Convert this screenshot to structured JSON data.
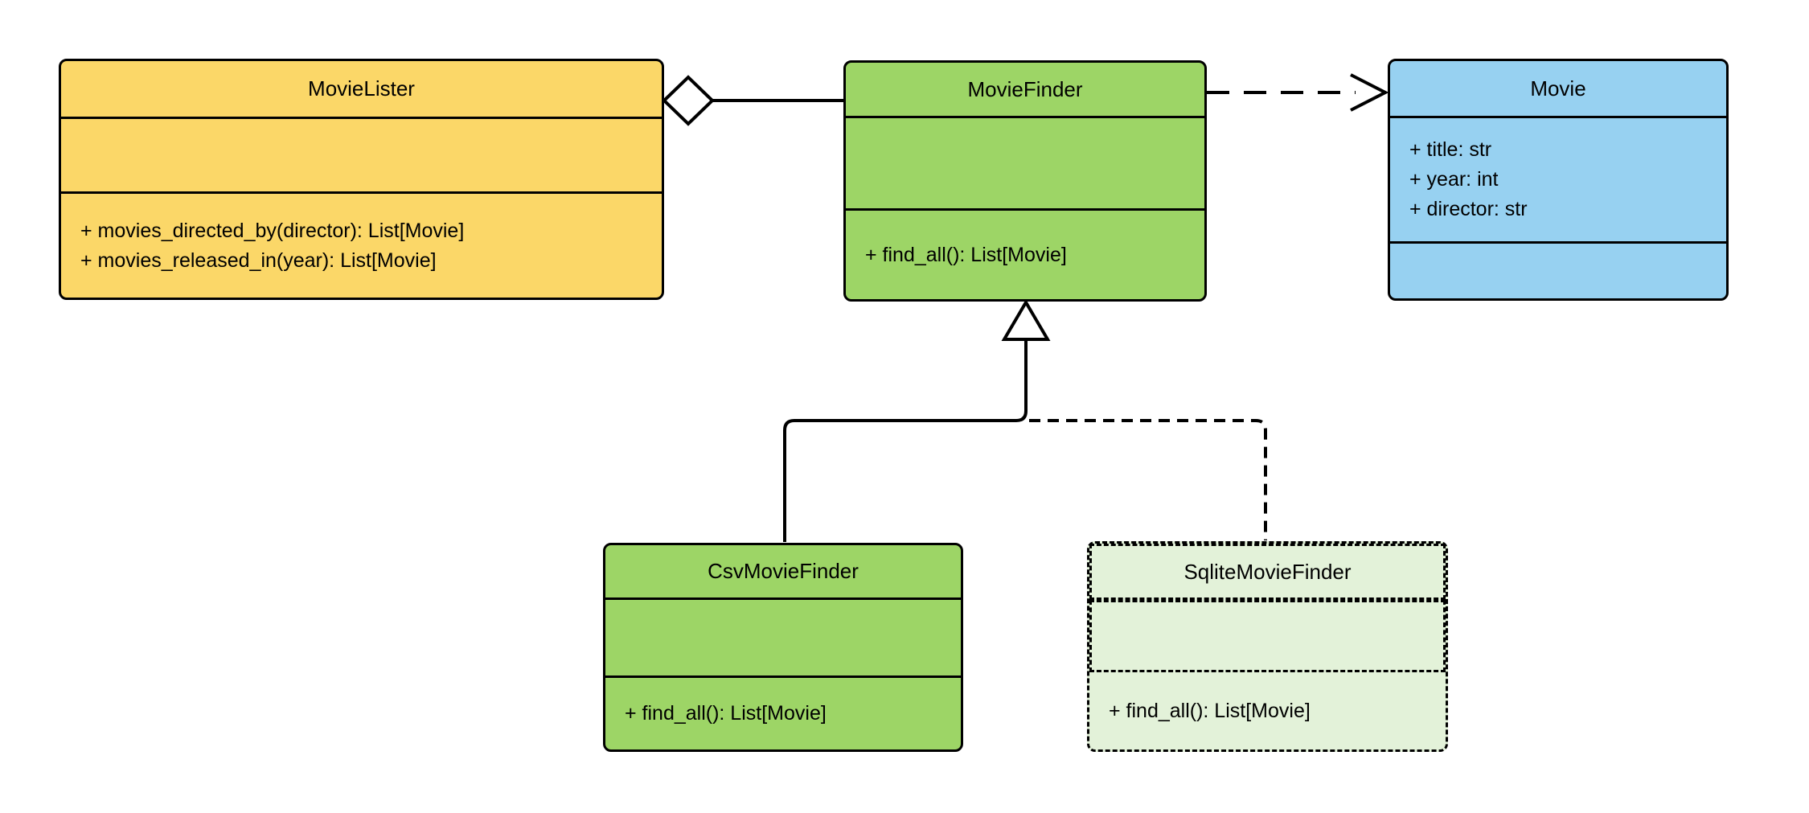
{
  "diagram": {
    "kind": "uml-class-diagram",
    "background": "#ffffff"
  },
  "colors": {
    "yellow": "#FBD768",
    "green": "#9DD566",
    "blue": "#97D1F1",
    "pale_green": "#E3F2D9",
    "line": "#000000"
  },
  "classes": {
    "movie_lister": {
      "name": "MovieLister",
      "attributes": [],
      "methods": [
        "+ movies_directed_by(director): List[Movie]",
        "+ movies_released_in(year): List[Movie]"
      ],
      "border_style": "solid"
    },
    "movie_finder": {
      "name": "MovieFinder",
      "attributes": [],
      "methods": [
        "+ find_all(): List[Movie]"
      ],
      "border_style": "solid"
    },
    "movie": {
      "name": "Movie",
      "attributes": [
        "+ title: str",
        "+ year: int",
        "+ director: str"
      ],
      "methods": [],
      "border_style": "solid"
    },
    "csv_movie_finder": {
      "name": "CsvMovieFinder",
      "attributes": [],
      "methods": [
        "+ find_all(): List[Movie]"
      ],
      "border_style": "solid"
    },
    "sqlite_movie_finder": {
      "name": "SqliteMovieFinder",
      "attributes": [],
      "methods": [
        "+ find_all(): List[Movie]"
      ],
      "border_style": "dashed"
    }
  },
  "relationships": [
    {
      "from": "MovieLister",
      "to": "MovieFinder",
      "type": "aggregation",
      "line": "solid",
      "marker": "hollow-diamond-at-movielister"
    },
    {
      "from": "MovieFinder",
      "to": "Movie",
      "type": "dependency",
      "line": "dashed",
      "marker": "open-arrow-at-movie"
    },
    {
      "from": "CsvMovieFinder",
      "to": "MovieFinder",
      "type": "inheritance",
      "line": "solid",
      "marker": "hollow-triangle-at-moviefinder"
    },
    {
      "from": "SqliteMovieFinder",
      "to": "MovieFinder",
      "type": "inheritance",
      "line": "dashed",
      "marker": "hollow-triangle-at-moviefinder"
    }
  ]
}
